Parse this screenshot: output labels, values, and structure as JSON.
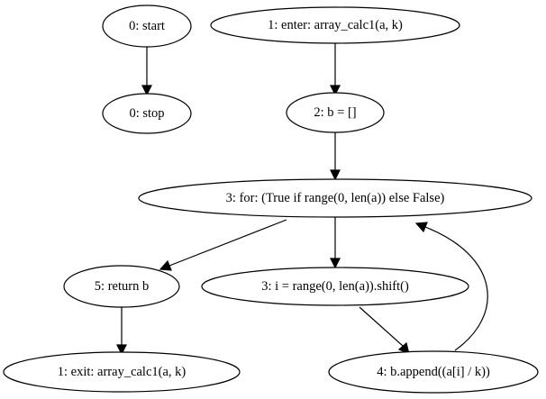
{
  "diagram": {
    "type": "control-flow-graph",
    "nodes": [
      {
        "id": "n0start",
        "label": "0: start"
      },
      {
        "id": "n0stop",
        "label": "0: stop"
      },
      {
        "id": "n1enter",
        "label": "1: enter: array_calc1(a, k)"
      },
      {
        "id": "n2",
        "label": "2: b = []"
      },
      {
        "id": "n3for",
        "label": "3: for: (True if range(0, len(a)) else False)"
      },
      {
        "id": "n5",
        "label": "5: return b"
      },
      {
        "id": "n3i",
        "label": "3: i = range(0, len(a)).shift()"
      },
      {
        "id": "n1exit",
        "label": "1: exit: array_calc1(a, k)"
      },
      {
        "id": "n4",
        "label": "4: b.append((a[i] / k))"
      }
    ],
    "edges": [
      {
        "from": "n0start",
        "to": "n0stop"
      },
      {
        "from": "n1enter",
        "to": "n2"
      },
      {
        "from": "n2",
        "to": "n3for"
      },
      {
        "from": "n3for",
        "to": "n5"
      },
      {
        "from": "n3for",
        "to": "n3i"
      },
      {
        "from": "n5",
        "to": "n1exit"
      },
      {
        "from": "n3i",
        "to": "n4"
      },
      {
        "from": "n4",
        "to": "n3for"
      }
    ]
  }
}
